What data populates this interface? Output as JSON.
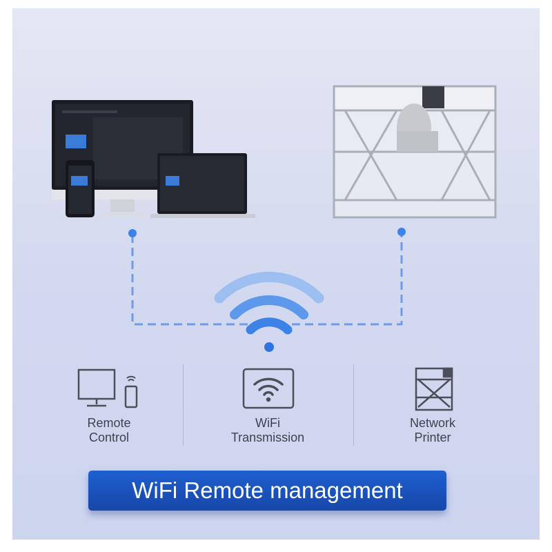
{
  "features": [
    {
      "label_line1": "Remote",
      "label_line2": "Control",
      "icon": "monitor-phone-icon"
    },
    {
      "label_line1": "WiFi",
      "label_line2": "Transmission",
      "icon": "wifi-icon"
    },
    {
      "label_line1": "Network",
      "label_line2": "Printer",
      "icon": "printer-icon"
    }
  ],
  "banner": {
    "title": "WiFi Remote management"
  },
  "colors": {
    "accent": "#1f5fd0",
    "dash": "#6f9be6",
    "wifi": "#3d82e6"
  }
}
